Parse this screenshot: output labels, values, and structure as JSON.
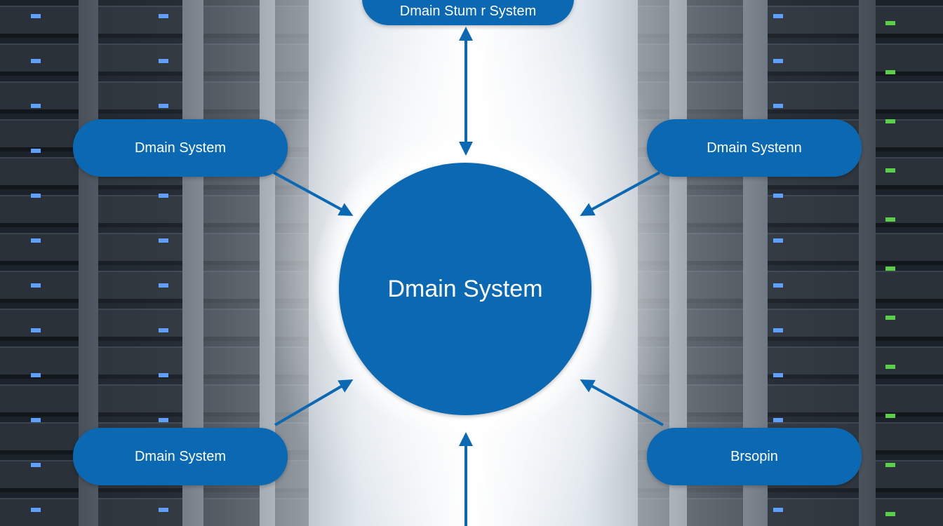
{
  "diagram": {
    "center": {
      "label": "Dmain System"
    },
    "nodes": {
      "top": {
        "label": "Dmain Stum r System"
      },
      "top_left": {
        "label": "Dmain System"
      },
      "top_right": {
        "label": "Dmain Systenn"
      },
      "bottom_left": {
        "label": "Dmain System"
      },
      "bottom_right": {
        "label": "Brsopin"
      }
    },
    "colors": {
      "node_fill": "#0b69b4",
      "arrow": "#0b69b4",
      "text": "#ffffff"
    }
  }
}
